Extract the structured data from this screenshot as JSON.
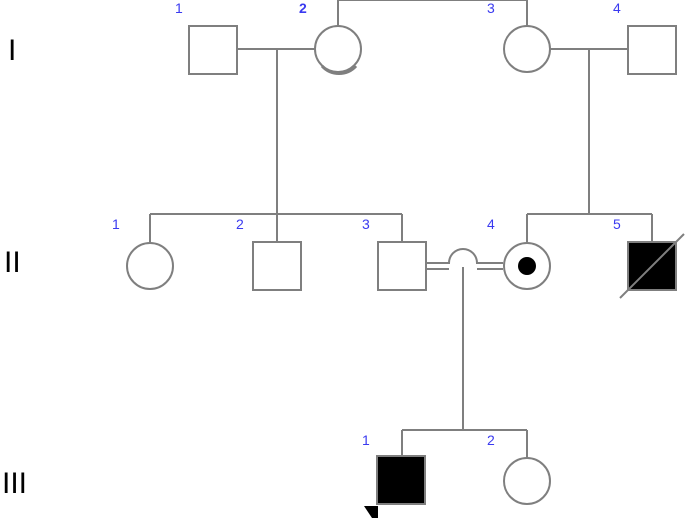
{
  "generations": [
    {
      "label": "I"
    },
    {
      "label": "II"
    },
    {
      "label": "III"
    }
  ],
  "individuals": {
    "I1": {
      "number": "1",
      "sex": "male",
      "affected": false
    },
    "I2": {
      "number": "2",
      "sex": "female",
      "affected": false,
      "highlighted": true
    },
    "I3": {
      "number": "3",
      "sex": "female",
      "affected": false
    },
    "I4": {
      "number": "4",
      "sex": "male",
      "affected": false
    },
    "II1": {
      "number": "1",
      "sex": "female",
      "affected": false
    },
    "II2": {
      "number": "2",
      "sex": "male",
      "affected": false
    },
    "II3": {
      "number": "3",
      "sex": "male",
      "affected": false
    },
    "II4": {
      "number": "4",
      "sex": "female",
      "affected": false,
      "carrier": true
    },
    "II5": {
      "number": "5",
      "sex": "male",
      "affected": true,
      "deceased": true
    },
    "III1": {
      "number": "1",
      "sex": "male",
      "affected": true,
      "proband": true
    },
    "III2": {
      "number": "2",
      "sex": "female",
      "affected": false
    }
  },
  "colors": {
    "line": "#7f7f7f",
    "number": "#3a3af0",
    "affected": "#000000"
  }
}
